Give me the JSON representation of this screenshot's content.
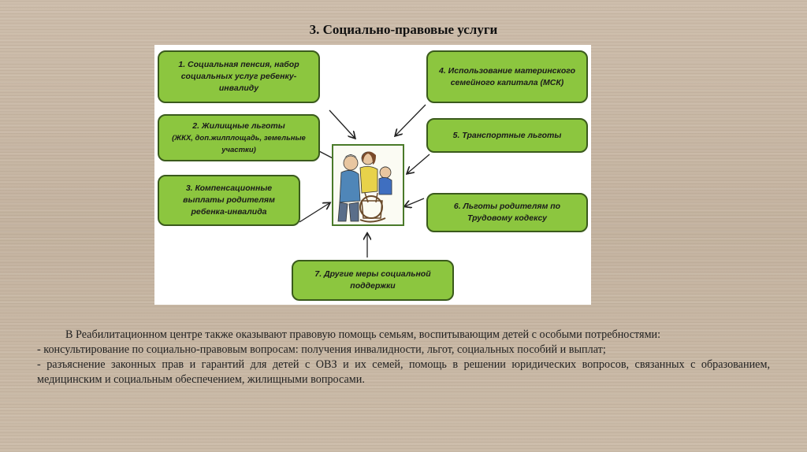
{
  "title": "3. Социально-правовые услуги",
  "boxes": {
    "b1": "1. Социальная пенсия, набор социальных услуг ребенку-инвалиду",
    "b2_main": "2. Жилищные льготы",
    "b2_sub": "(ЖКХ, доп.жилплощадь, земельные участки)",
    "b3": "3. Компенсационные выплаты родителям ребенка-инвалида",
    "b4": "4. Использование материнского семейного капитала (МСК)",
    "b5": "5. Транспортные льготы",
    "b6": "6. Льготы родителям по Трудовому кодексу",
    "b7": "7. Другие меры социальной поддержки"
  },
  "body": {
    "p1": "В Реабилитационном центре также оказывают правовую помощь семьям, воспитывающим детей с особыми потребностями:",
    "p2": "- консультирование по социально-правовым вопросам: получения инвалидности, льгот, социальных пособий и выплат;",
    "p3": "- разъяснение законных прав и гарантий для детей с ОВЗ и их семей, помощь в решении юридических вопросов, связанных с образованием, медицинским и социальным обеспечением, жилищными вопросами."
  },
  "colors": {
    "box_fill": "#8cc63f",
    "box_border": "#3a5a1c",
    "background": "#c8b8a6"
  },
  "illustration": "family-with-child-in-wheelchair"
}
